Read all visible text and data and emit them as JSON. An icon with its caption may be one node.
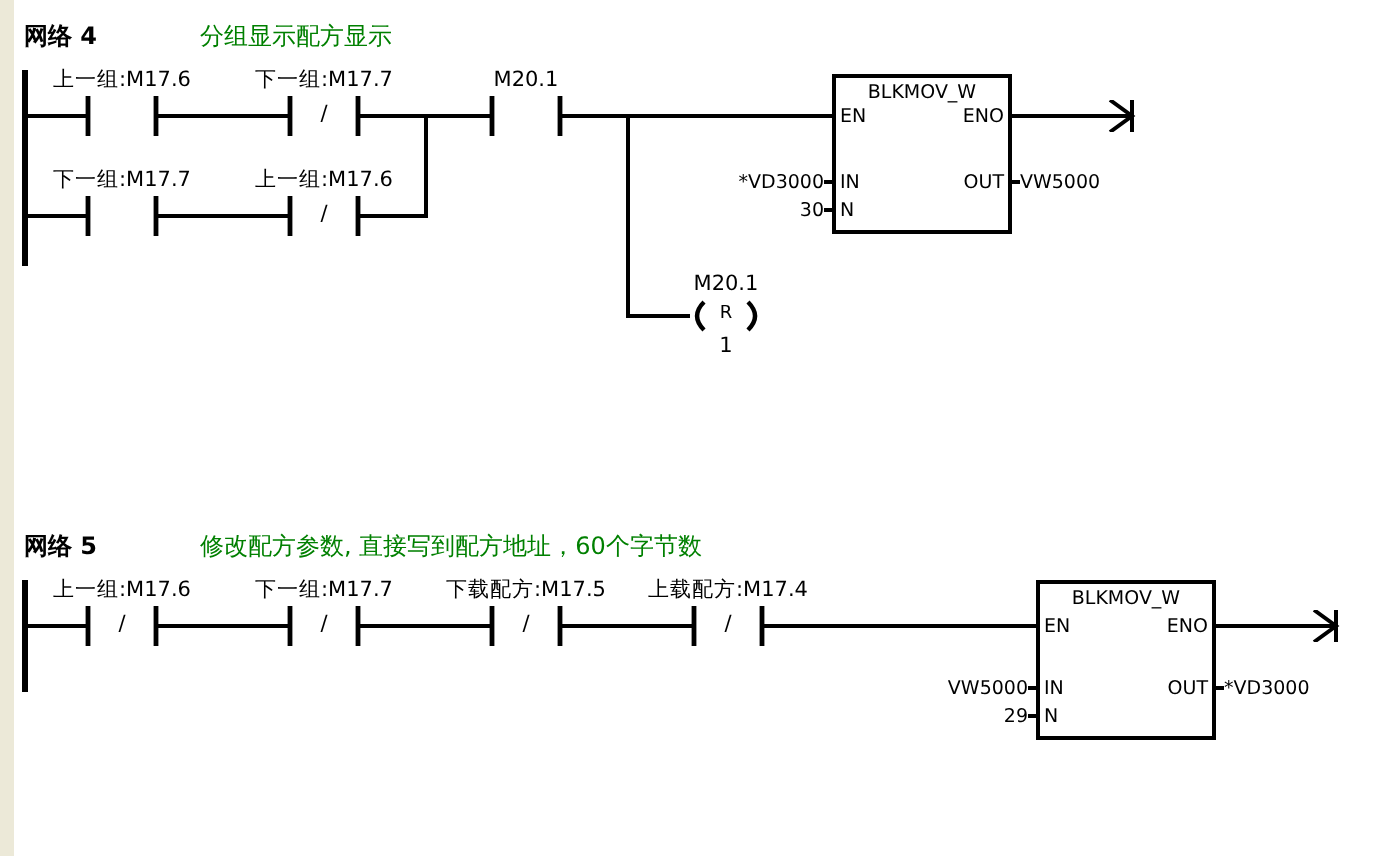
{
  "diagram": {
    "nodes": [
      {
        "text": [],
        "shape": "bar"
      },
      {
        "text": [
          "上一组:M17.6"
        ]
      },
      {
        "text": [
          "下一组:M17.7",
          "/"
        ]
      },
      {
        "text": [
          "下一组:M17.7"
        ]
      },
      {
        "text": [
          "上一组:M17.6",
          "/"
        ]
      },
      {
        "text": [
          "M20.1"
        ]
      },
      {
        "text": [
          "BLKMOV_W",
          "EN",
          "ENO",
          "IN",
          "OUT",
          "N"
        ],
        "beside": [
          "*VD3000",
          "30",
          "VW5000"
        ]
      },
      {
        "text": [
          "M20.1",
          "R",
          "1"
        ]
      },
      {
        "text": [],
        "shape": "bar"
      },
      {
        "text": [
          "上一组:M17.6",
          "/"
        ]
      },
      {
        "text": [
          "下一组:M17.7",
          "/"
        ]
      },
      {
        "text": [
          "下载配方:M17.5",
          "/"
        ]
      },
      {
        "text": [
          "上载配方:M17.4",
          "/"
        ]
      },
      {
        "text": [
          "BLKMOV_W",
          "EN",
          "ENO",
          "IN",
          "OUT",
          "N"
        ],
        "beside": [
          "VW5000",
          "29",
          "*VD3000"
        ]
      }
    ],
    "edges": [
      {
        "from": 0,
        "to": 1,
        "arrow": "none"
      },
      {
        "from": 1,
        "to": 2,
        "arrow": "none"
      },
      {
        "from": 0,
        "to": 3,
        "arrow": "none"
      },
      {
        "from": 3,
        "to": 4,
        "arrow": "none"
      },
      {
        "from": 2,
        "to": 5,
        "arrow": "none"
      },
      {
        "from": 4,
        "to": 5,
        "arrow": "none"
      },
      {
        "from": 5,
        "to": 6,
        "arrow": "none"
      },
      {
        "from": 5,
        "to": 7,
        "arrow": "none"
      },
      {
        "from": 6,
        "to": null,
        "arrow": "to"
      },
      {
        "from": 8,
        "to": 9,
        "arrow": "none"
      },
      {
        "from": 9,
        "to": 10,
        "arrow": "none"
      },
      {
        "from": 10,
        "to": 11,
        "arrow": "none"
      },
      {
        "from": 11,
        "to": 12,
        "arrow": "none"
      },
      {
        "from": 12,
        "to": 13,
        "arrow": "none"
      },
      {
        "from": 13,
        "to": null,
        "arrow": "to"
      }
    ],
    "labels": [
      "网络 4",
      "分组显示配方显示",
      "网络 5",
      "修改配方参数, 直接写到配方地址，60个字节数"
    ]
  }
}
